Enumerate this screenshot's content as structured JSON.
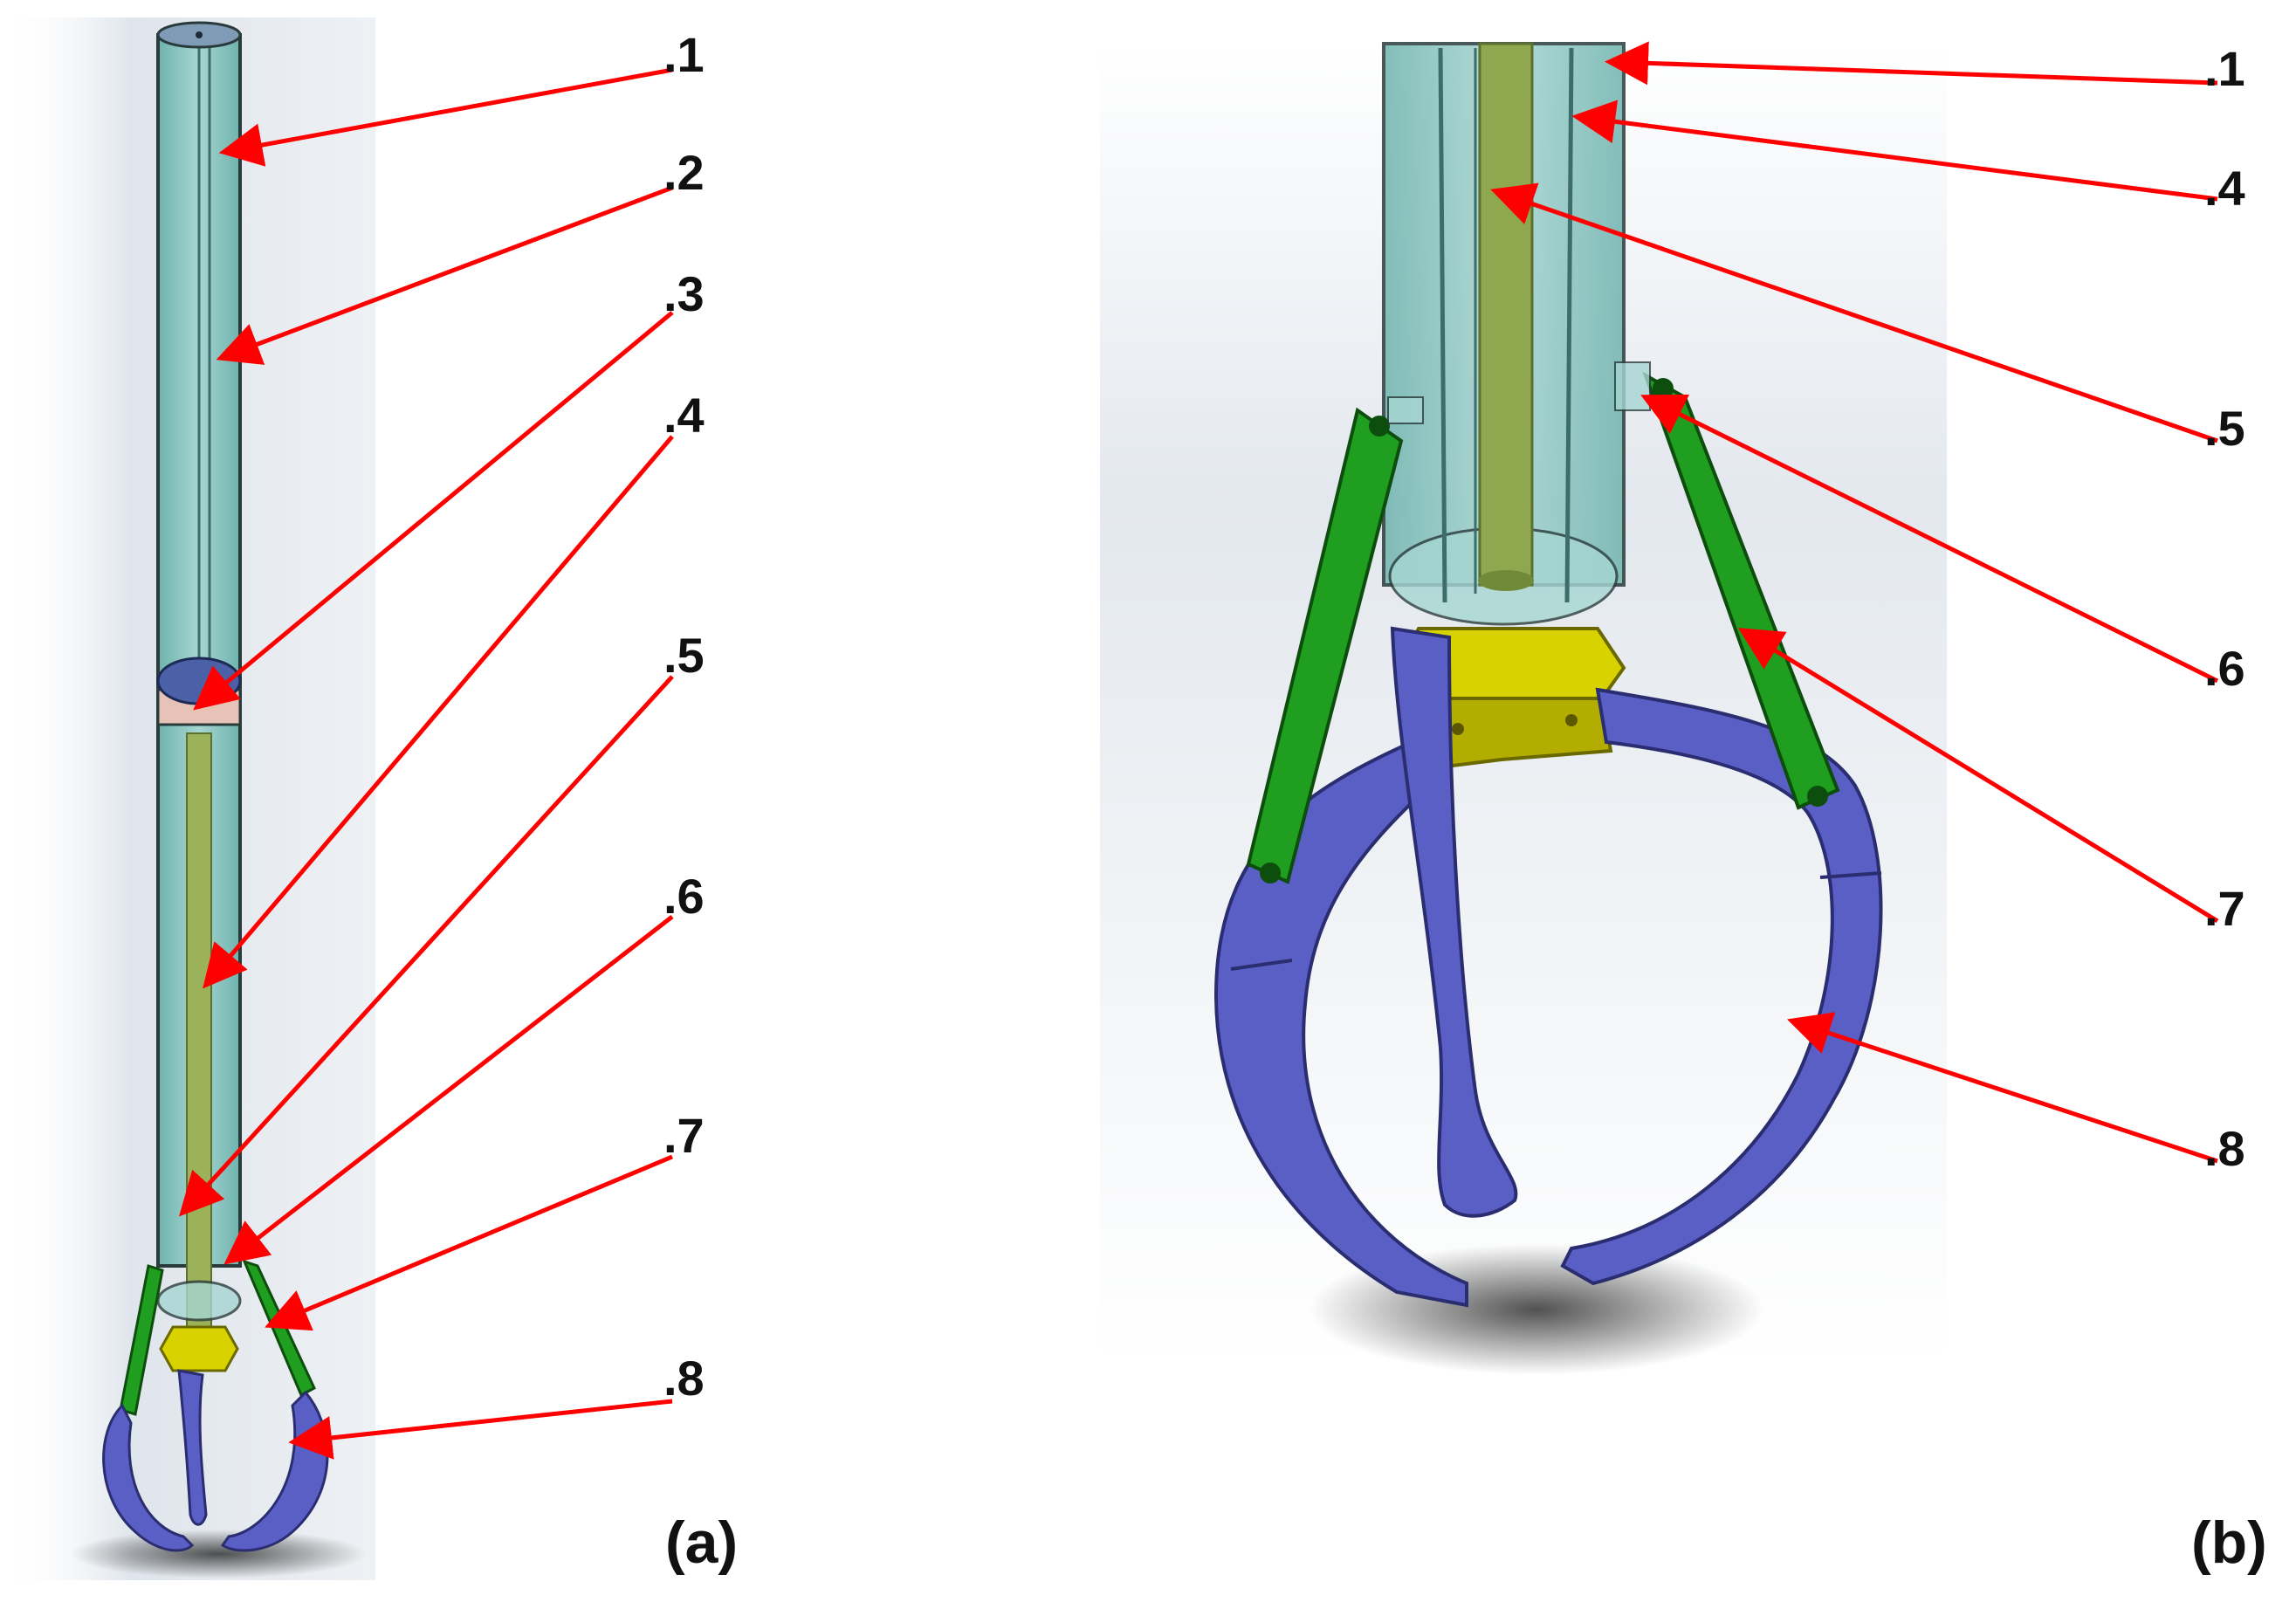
{
  "panels": [
    {
      "label": "(a)",
      "callouts": [
        ".1",
        ".2",
        ".3",
        ".4",
        ".5",
        ".6",
        ".7",
        ".8"
      ]
    },
    {
      "label": "(b)",
      "callouts": [
        ".1",
        ".4",
        ".5",
        ".6",
        ".7",
        ".8"
      ]
    }
  ],
  "colors": {
    "arrow": "#ff0000",
    "tube": "#86c4bf",
    "rod": "#8fa84f",
    "link": "#1f9e1f",
    "finger": "#5a5fc6",
    "hub": "#d8d200",
    "joint": "#3f5a9a",
    "background_tint": "#e4e9ee"
  }
}
